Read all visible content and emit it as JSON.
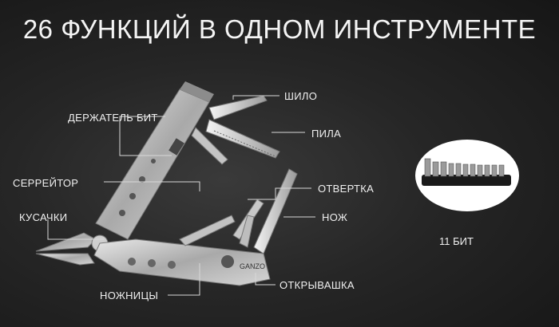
{
  "title": "26 ФУНКЦИЙ В ОДНОМ ИНСТРУМЕНТЕ",
  "labels": {
    "bit_holder": "ДЕРЖАТЕЛЬ БИТ",
    "serrator": "СЕРРЕЙТОР",
    "cutters": "КУСАЧКИ",
    "scissors": "НОЖНИЦЫ",
    "awl": "ШИЛО",
    "saw": "ПИЛА",
    "screwdriver": "ОТВЕРТКА",
    "knife": "НОЖ",
    "opener": "ОТКРЫВАШКА"
  },
  "brand_text": "GANZO",
  "bits_caption": "11 БИТ",
  "colors": {
    "background": "#262626",
    "text": "#f2f2f2",
    "steel": "#bdbdbd"
  }
}
